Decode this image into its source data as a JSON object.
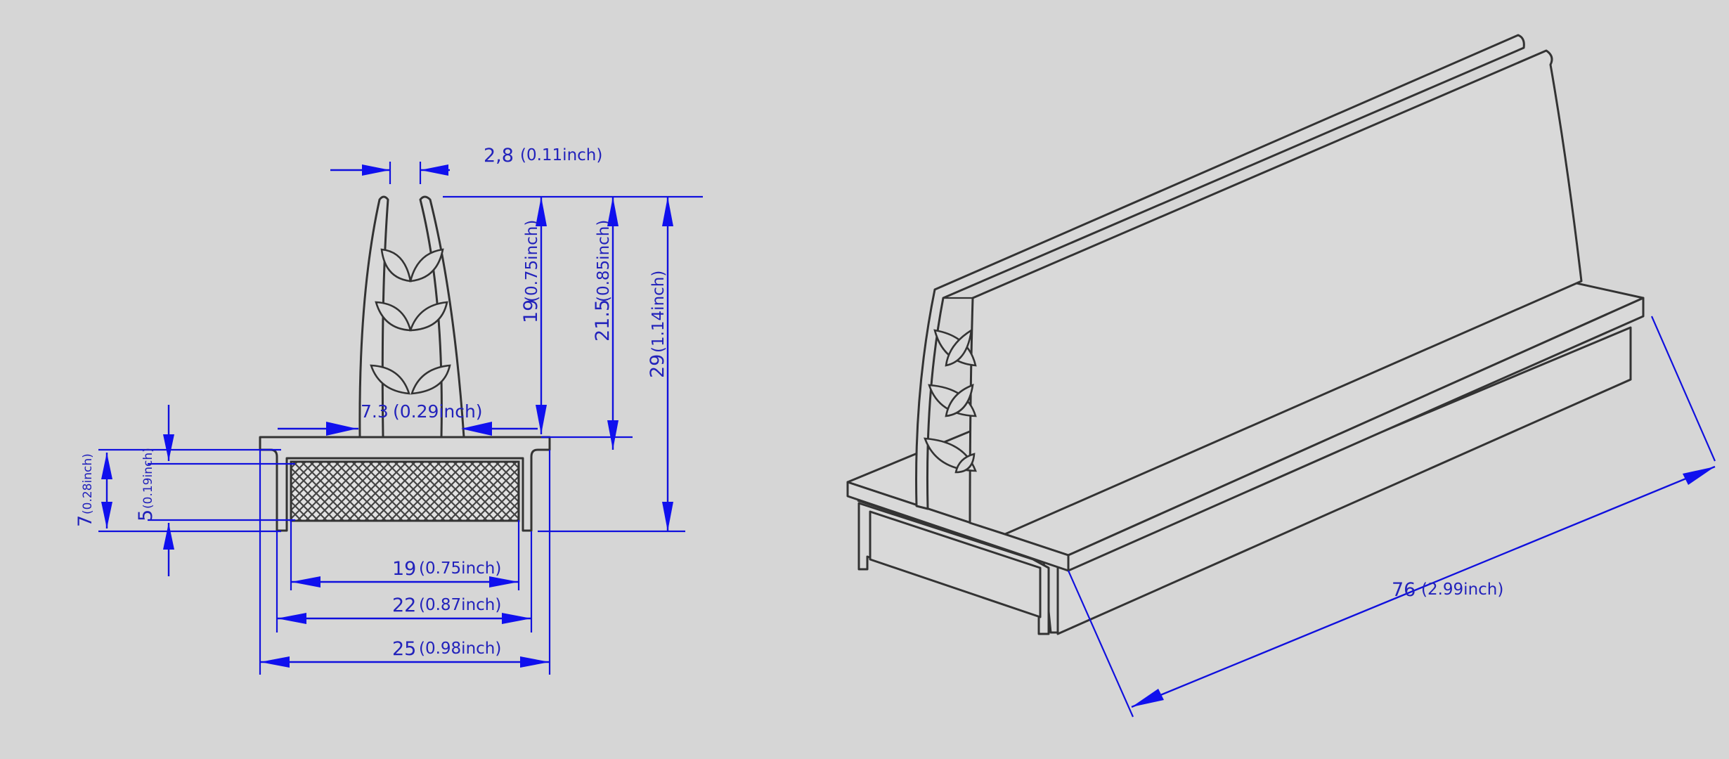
{
  "dimensions": {
    "top_gap": {
      "value": "2,8",
      "unit": "(0.11inch)"
    },
    "prong_inner": {
      "value": "7.3",
      "unit": "(0.29inch)"
    },
    "h19": {
      "value": "19",
      "unit": "(0.75inch)"
    },
    "h21": {
      "value": "21.5",
      "unit": "(0.85inch)"
    },
    "h29": {
      "value": "29",
      "unit": "(1.14inch)"
    },
    "h7": {
      "value": "7",
      "unit": "(0.28inch)"
    },
    "h5": {
      "value": "5",
      "unit": "(0.19inch)"
    },
    "w19": {
      "value": "19",
      "unit": "(0.75inch)"
    },
    "w22": {
      "value": "22",
      "unit": "(0.87inch)"
    },
    "w25": {
      "value": "25",
      "unit": "(0.98inch)"
    },
    "len76": {
      "value": "76",
      "unit": "(2.99inch)"
    }
  },
  "colors": {
    "background": "#d6d6d6",
    "dimension": "#1010dd",
    "outline": "#333333",
    "part_fill": "#d9d9d9",
    "adhesive": "#333333"
  }
}
